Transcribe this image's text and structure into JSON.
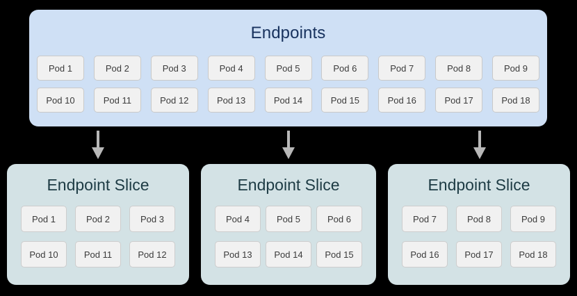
{
  "diagram": {
    "background_color": "#000000",
    "endpoints": {
      "title": "Endpoints",
      "fill_color": "#cfe0f5",
      "title_color": "#18325e",
      "rows": [
        [
          "Pod 1",
          "Pod 2",
          "Pod 3",
          "Pod 4",
          "Pod 5",
          "Pod 6",
          "Pod 7",
          "Pod 8",
          "Pod 9"
        ],
        [
          "Pod 10",
          "Pod 11",
          "Pod 12",
          "Pod 13",
          "Pod 14",
          "Pod 15",
          "Pod 16",
          "Pod 17",
          "Pod 18"
        ]
      ]
    },
    "arrows": {
      "color": "#b8b8b8",
      "count": 3,
      "direction": "down"
    },
    "slices": [
      {
        "title": "Endpoint Slice",
        "fill_color": "#d3e2e5",
        "title_color": "#1d3b44",
        "rows": [
          [
            "Pod 1",
            "Pod 2",
            "Pod 3"
          ],
          [
            "Pod 10",
            "Pod 11",
            "Pod 12"
          ]
        ]
      },
      {
        "title": "Endpoint Slice",
        "fill_color": "#d3e2e5",
        "title_color": "#1d3b44",
        "rows": [
          [
            "Pod 4",
            "Pod 5",
            "Pod 6"
          ],
          [
            "Pod 13",
            "Pod 14",
            "Pod 15"
          ]
        ]
      },
      {
        "title": "Endpoint Slice",
        "fill_color": "#d3e2e5",
        "title_color": "#1d3b44",
        "rows": [
          [
            "Pod 7",
            "Pod 8",
            "Pod 9"
          ],
          [
            "Pod 16",
            "Pod 17",
            "Pod 18"
          ]
        ]
      }
    ]
  }
}
